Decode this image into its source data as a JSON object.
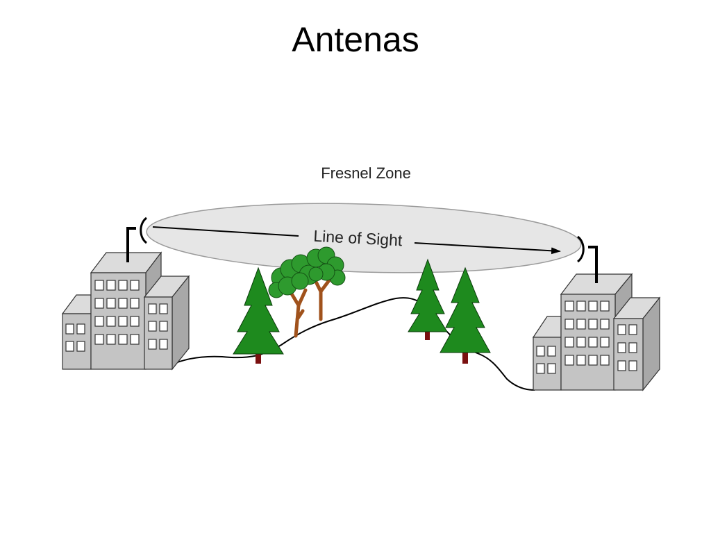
{
  "slide": {
    "title": "Antenas"
  },
  "diagram": {
    "fresnel_label": "Fresnel Zone",
    "los_label": "Line of Sight",
    "colors": {
      "fresnel_fill": "#e6e6e6",
      "building_front": "#c4c4c4",
      "building_side": "#a8a8a8",
      "building_top": "#dcdcdc",
      "pine_green": "#1e8a1e",
      "leaf_green": "#2e9a2e",
      "trunk_red": "#7a1010",
      "trunk_brown": "#a0521c"
    },
    "icons": [
      "antenna-icon",
      "building-icon",
      "pine-tree-icon",
      "deciduous-tree-icon"
    ]
  }
}
